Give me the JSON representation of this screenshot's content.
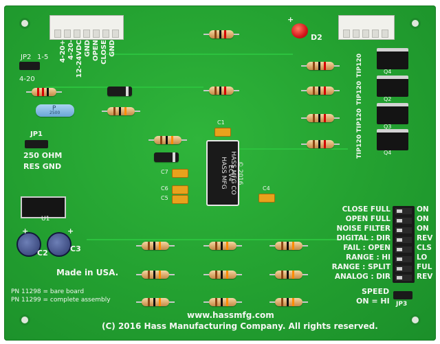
{
  "board": {
    "pcb_color": "#26a534",
    "silk_color": "#f4f7f2"
  },
  "connector_labels": [
    "GND",
    "CLOSE",
    "OPEN",
    "GND",
    "12-24VDC",
    "4-20-",
    "4-20+"
  ],
  "jp2": {
    "ref": "JP2",
    "range": "1-5",
    "alt": "4-20"
  },
  "jp1": {
    "ref": "JP1",
    "label1": "250 OHM",
    "label2": "RES GND"
  },
  "led": {
    "ref": "D2",
    "polarity": "+"
  },
  "ic": {
    "line1": "ECV4",
    "line2": "HASS MFG",
    "line3": "© 2016",
    "line4": "HASS MFG CO"
  },
  "caps": {
    "c1": "C1",
    "c7": "C7",
    "c6": "C6",
    "c5": "C5",
    "c4": "C4",
    "c2": "C2",
    "c3": "C3",
    "plus": "+"
  },
  "u1": "U1",
  "p_part": {
    "mark": "P",
    "code": "2500"
  },
  "transistors": [
    {
      "type": "TIP120",
      "ref": "Q4"
    },
    {
      "type": "TIP120",
      "ref": "Q2"
    },
    {
      "type": "TIP120",
      "ref": "Q3"
    },
    {
      "type": "TIP120",
      "ref": "Q4"
    }
  ],
  "switch_options": [
    {
      "left": "CLOSE FULL",
      "right": "ON"
    },
    {
      "left": "OPEN FULL",
      "right": "ON"
    },
    {
      "left": "NOISE FILTER",
      "right": "ON"
    },
    {
      "left": "DIGITAL : DIR",
      "right": "REV"
    },
    {
      "left": "FAIL : OPEN",
      "right": "CLS"
    },
    {
      "left": "RANGE : HI",
      "right": "LO"
    },
    {
      "left": "RANGE : SPLIT",
      "right": "FUL"
    },
    {
      "left": "ANALOG : DIR",
      "right": "REV"
    }
  ],
  "speed": {
    "label": "SPEED",
    "setting": "ON = HI",
    "ref": "JP3"
  },
  "made_in": "Made in USA.",
  "pn1": "PN 11298 = bare board",
  "pn2": "PN 11299 = complete assembly",
  "website": "www.hassmfg.com",
  "copyright": "(C) 2016 Hass Manufacturing Company.  All rights reserved."
}
